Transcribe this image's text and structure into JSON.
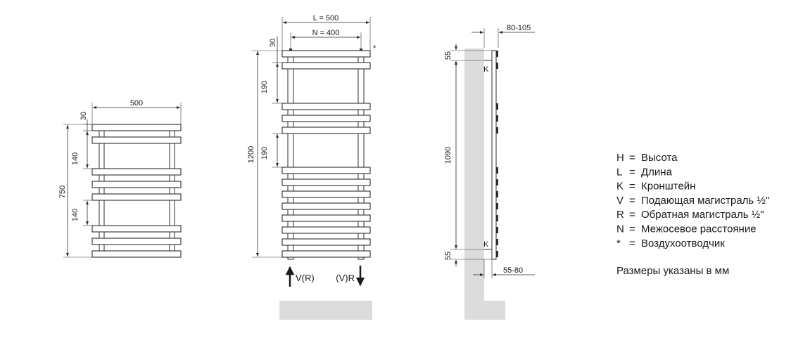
{
  "colors": {
    "ink": "#2d2d2d",
    "wall": "#dcdcdc",
    "bar_fill": "#ffffff"
  },
  "small_radiator": {
    "width": "500",
    "top": "30",
    "gap1": "140",
    "gap2": "140",
    "height": "750"
  },
  "large_radiator": {
    "length": "L = 500",
    "axis": "N = 400",
    "top": "30",
    "gap1": "190",
    "gap2": "190",
    "height": "1200",
    "vent_mark": "*",
    "flow_left": "V(R)",
    "flow_right": "(V)R"
  },
  "side_view": {
    "depth_top": "80-105",
    "top_offset": "55",
    "bracket_distance": "1090",
    "bottom_offset": "55",
    "depth_bottom": "55-80",
    "bracket_top": "K",
    "bracket_bottom": "K"
  },
  "legend": {
    "items": [
      {
        "key": "H",
        "text": "Высота"
      },
      {
        "key": "L",
        "text": "Длина"
      },
      {
        "key": "K",
        "text": "Кронштейн"
      },
      {
        "key": "V",
        "text": "Подающая магистраль ½\""
      },
      {
        "key": "R",
        "text": "Обратная магистраль ½\""
      },
      {
        "key": "N",
        "text": "Межосевое расстояние"
      },
      {
        "key": "*",
        "text": "Воздухоотводчик"
      }
    ],
    "separator": "=",
    "note": "Размеры указаны в мм"
  }
}
